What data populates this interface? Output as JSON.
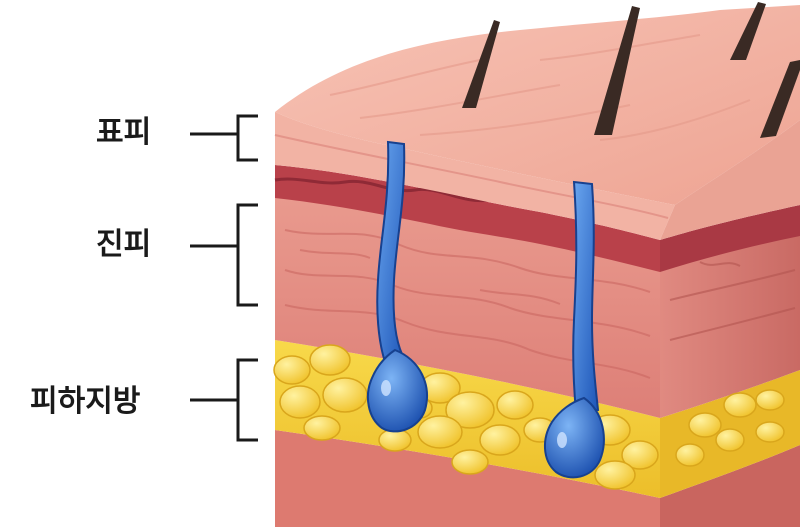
{
  "labels": {
    "epidermis": "표피",
    "dermis": "진피",
    "hypodermis": "피하지방"
  },
  "colors": {
    "epidermis": "#f2b3a4",
    "dermis": "#e48a80",
    "dermis_band": "#b9414a",
    "fat": "#f5cf3a",
    "bottom": "#d9746b",
    "hair": "#3a2a24",
    "gland": "#2f73d6",
    "bracket": "#1a1a1a"
  }
}
